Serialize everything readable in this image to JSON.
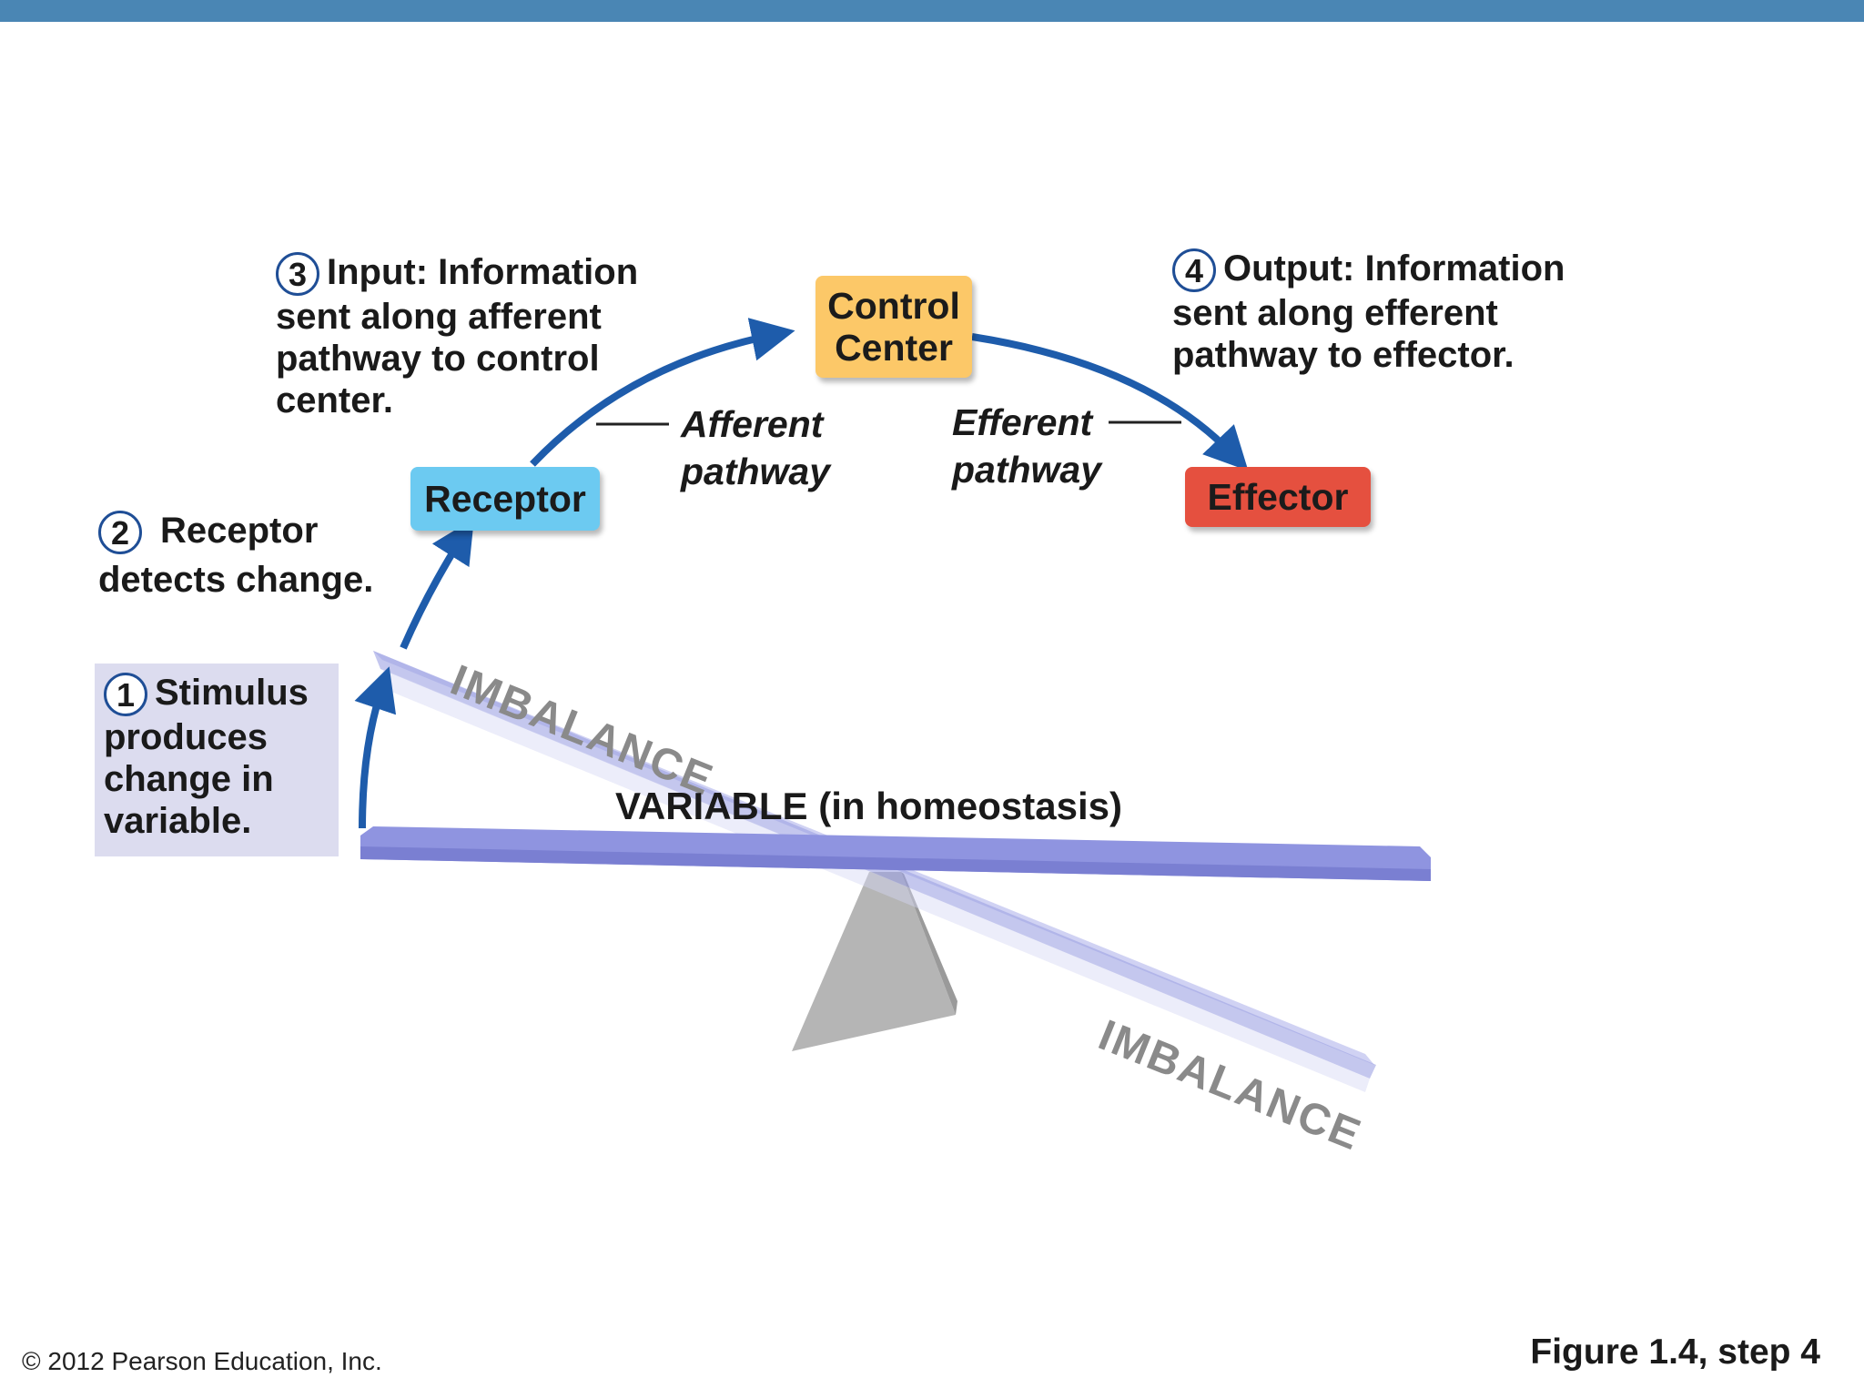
{
  "steps": {
    "s1": {
      "num": "1",
      "line1": "Stimulus",
      "line2": "produces",
      "line3": "change in",
      "line4": "variable."
    },
    "s2": {
      "num": "2",
      "line1": "Receptor",
      "line2": "detects change."
    },
    "s3": {
      "num": "3",
      "line1": "Input: Information",
      "line2": "sent along afferent",
      "line3": "pathway to control",
      "line4": "center."
    },
    "s4": {
      "num": "4",
      "line1": "Output: Information",
      "line2": "sent along efferent",
      "line3": "pathway to effector."
    }
  },
  "boxes": {
    "receptor": "Receptor",
    "control_line1": "Control",
    "control_line2": "Center",
    "effector": "Effector"
  },
  "pathways": {
    "afferent_line1": "Afferent",
    "afferent_line2": "pathway",
    "efferent_line1": "Efferent",
    "efferent_line2": "pathway"
  },
  "seesaw": {
    "imbalance_top": "IMBALANCE",
    "imbalance_bottom": "IMBALANCE",
    "variable": "VARIABLE (in homeostasis)"
  },
  "footer": {
    "copyright": "© 2012 Pearson Education, Inc.",
    "figure": "Figure 1.4, step 4"
  },
  "colors": {
    "arrow": "#1e5cab",
    "receptor": "#6ccaf1",
    "control_center": "#fcc868",
    "effector": "#e5503f",
    "beam": "#8f94e0",
    "stimulus_box": "#dcdcef",
    "topbar": "#4a86b4"
  }
}
